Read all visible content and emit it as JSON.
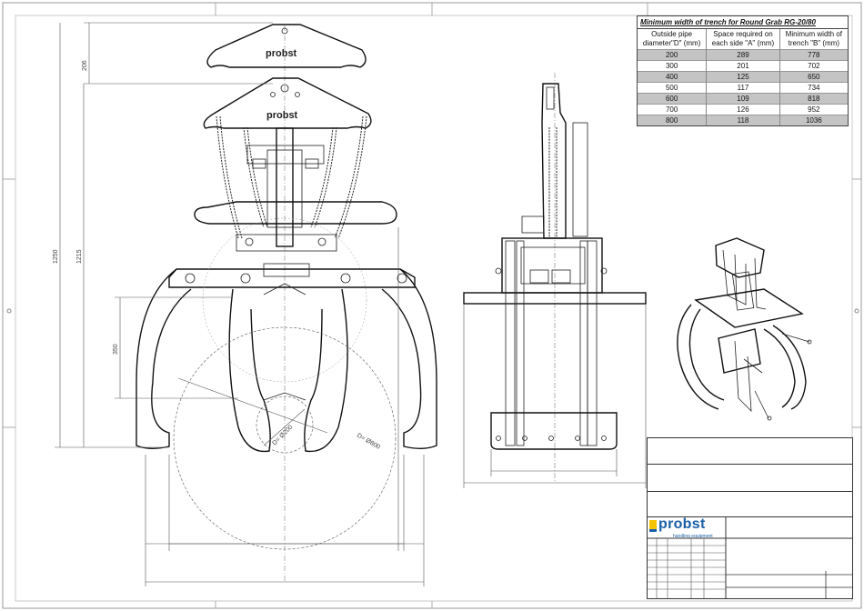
{
  "table": {
    "title": "Minimum width of trench for Round Grab RG-20/80",
    "headers": [
      "Outside pipe diameter\"D\" (mm)",
      "Space required on each side \"A\" (mm)",
      "Minimum width of trench \"B\" (mm)"
    ],
    "rows": [
      {
        "d": "200",
        "a": "289",
        "b": "778",
        "shaded": true
      },
      {
        "d": "300",
        "a": "201",
        "b": "702",
        "shaded": false
      },
      {
        "d": "400",
        "a": "125",
        "b": "650",
        "shaded": true
      },
      {
        "d": "500",
        "a": "117",
        "b": "734",
        "shaded": false
      },
      {
        "d": "600",
        "a": "109",
        "b": "818",
        "shaded": true
      },
      {
        "d": "700",
        "a": "126",
        "b": "952",
        "shaded": false
      },
      {
        "d": "800",
        "a": "118",
        "b": "1036",
        "shaded": true
      }
    ]
  },
  "dimensions": {
    "top_height": "206",
    "total_height": "1250",
    "inner_height": "1215",
    "jaw_height": "350",
    "small_pipe": "D= Ø200",
    "large_pipe": "D= Ø800"
  },
  "brand": {
    "plate_text": "probst",
    "logo_text": "probst",
    "logo_subtitle": "handling equipment",
    "logo_blue": "#1a5fa8",
    "logo_yellow": "#f5c400"
  }
}
